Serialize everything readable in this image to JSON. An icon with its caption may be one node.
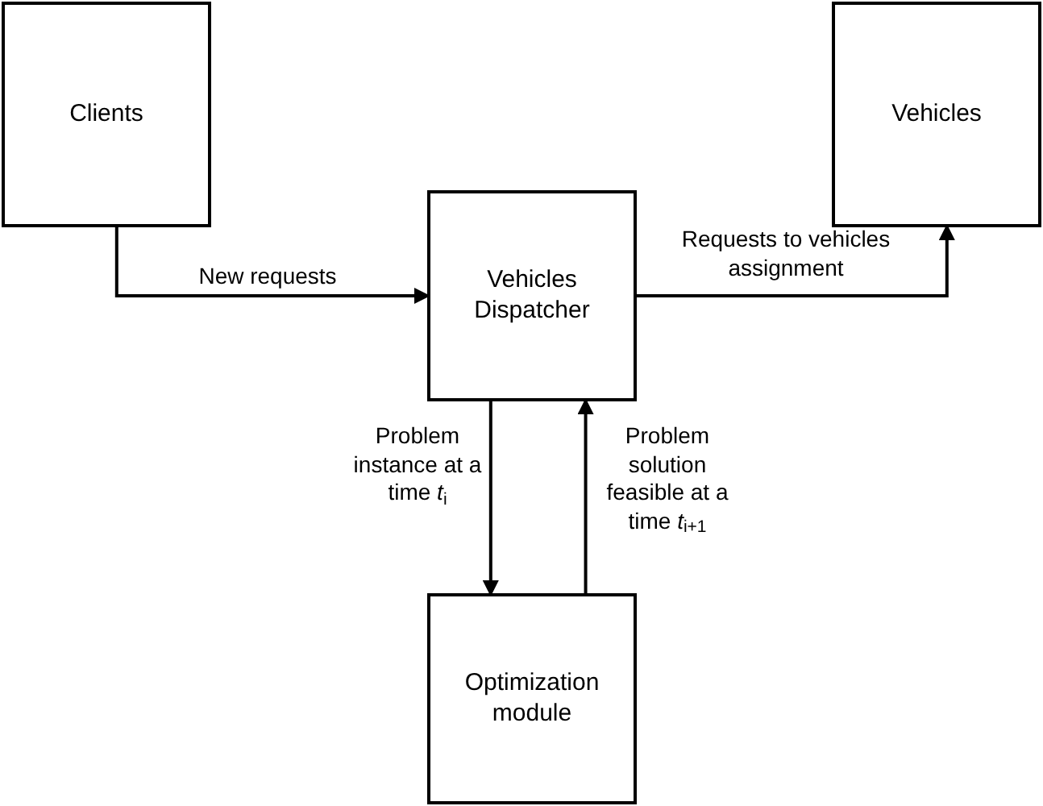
{
  "diagram": {
    "nodes": [
      {
        "text": [
          "Clients"
        ]
      },
      {
        "text": [
          "Vehicles"
        ]
      },
      {
        "text": [
          "Vehicles Dispatcher"
        ]
      },
      {
        "text": [
          "Optimization module"
        ]
      }
    ],
    "edges": [
      {
        "from": 0,
        "to": 2,
        "arrow": "to",
        "label": "New requests"
      },
      {
        "from": 2,
        "to": 1,
        "arrow": "to",
        "label": "Requests to vehicles assignment"
      },
      {
        "from": 2,
        "to": 3,
        "arrow": "to",
        "label": "Problem instance at a time *t*$_{i}$"
      },
      {
        "from": 3,
        "to": 2,
        "arrow": "to",
        "label": "Problem solution feasible at a time *t*$_{i+1}$"
      }
    ]
  }
}
